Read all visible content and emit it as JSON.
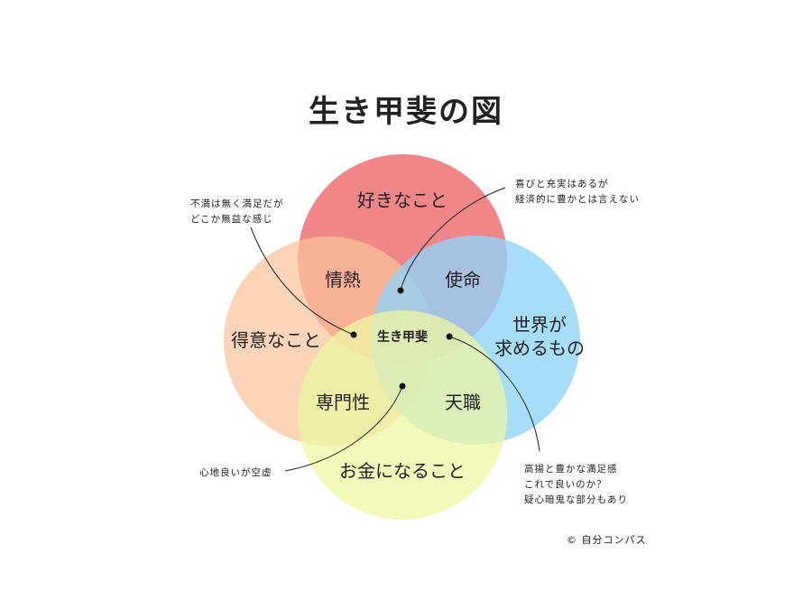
{
  "title": "生き甲斐の図",
  "circles": {
    "top": {
      "label": "好きなこと",
      "color": "#ef7f82"
    },
    "left": {
      "label": "得意なこと",
      "color": "#fbc39b"
    },
    "right": {
      "label": "世界が\n求めるもの",
      "color": "#8fd3f8"
    },
    "bottom": {
      "label": "お金になること",
      "color": "#eef7a3"
    }
  },
  "overlaps": {
    "top_left": "情熱",
    "top_right": "使命",
    "bottom_left": "専門性",
    "bottom_right": "天職",
    "center": "生き甲斐"
  },
  "notes": {
    "top_left": "不満は無く満足だが\nどこか無益な感じ",
    "top_right": "喜びと充実はあるが\n経済的に豊かとは言えない",
    "bottom_left": "心地良いが空虚",
    "bottom_right": "高揚と豊かな満足感\nこれで良いのか？\n疑心暗鬼な部分もあり"
  },
  "copyright": "© 自分コンパス"
}
